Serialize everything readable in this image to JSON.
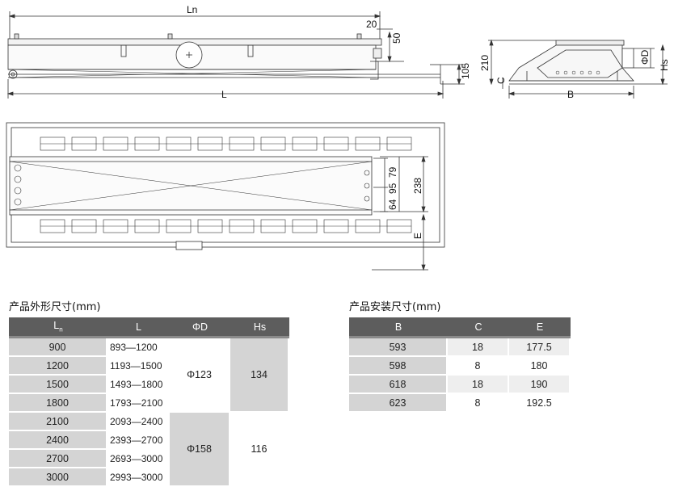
{
  "drawing": {
    "labels": {
      "ln": "Ln",
      "l": "L",
      "d20": "20",
      "d50": "50",
      "d105": "105",
      "d210": "210",
      "c": "C",
      "phi_d": "ΦD",
      "hs": "Hs",
      "b": "B",
      "d79": "79",
      "d95": "95",
      "d64": "64",
      "d238": "238",
      "e": "E"
    }
  },
  "table_dims": {
    "title": "产品外形尺寸(mm)",
    "headers": {
      "ln_main": "L",
      "ln_sub": "n",
      "l": "L",
      "phid": "ΦD",
      "hs": "Hs"
    },
    "rows": [
      {
        "ln": "900",
        "l": "893—1200"
      },
      {
        "ln": "1200",
        "l": "1193—1500"
      },
      {
        "ln": "1500",
        "l": "1493—1800"
      },
      {
        "ln": "1800",
        "l": "1793—2100"
      },
      {
        "ln": "2100",
        "l": "2093—2400"
      },
      {
        "ln": "2400",
        "l": "2393—2700"
      },
      {
        "ln": "2700",
        "l": "2693—3000"
      },
      {
        "ln": "3000",
        "l": "2993—3000"
      }
    ],
    "groups": [
      {
        "phid": "Φ123",
        "hs": "134"
      },
      {
        "phid": "Φ158",
        "hs": "116"
      }
    ]
  },
  "table_install": {
    "title": "产品安装尺寸(mm)",
    "headers": {
      "b": "B",
      "c": "C",
      "e": "E"
    },
    "rows": [
      {
        "b": "593",
        "c": "18",
        "e": "177.5"
      },
      {
        "b": "598",
        "c": "8",
        "e": "180"
      },
      {
        "b": "618",
        "c": "18",
        "e": "190"
      },
      {
        "b": "623",
        "c": "8",
        "e": "192.5"
      }
    ]
  }
}
